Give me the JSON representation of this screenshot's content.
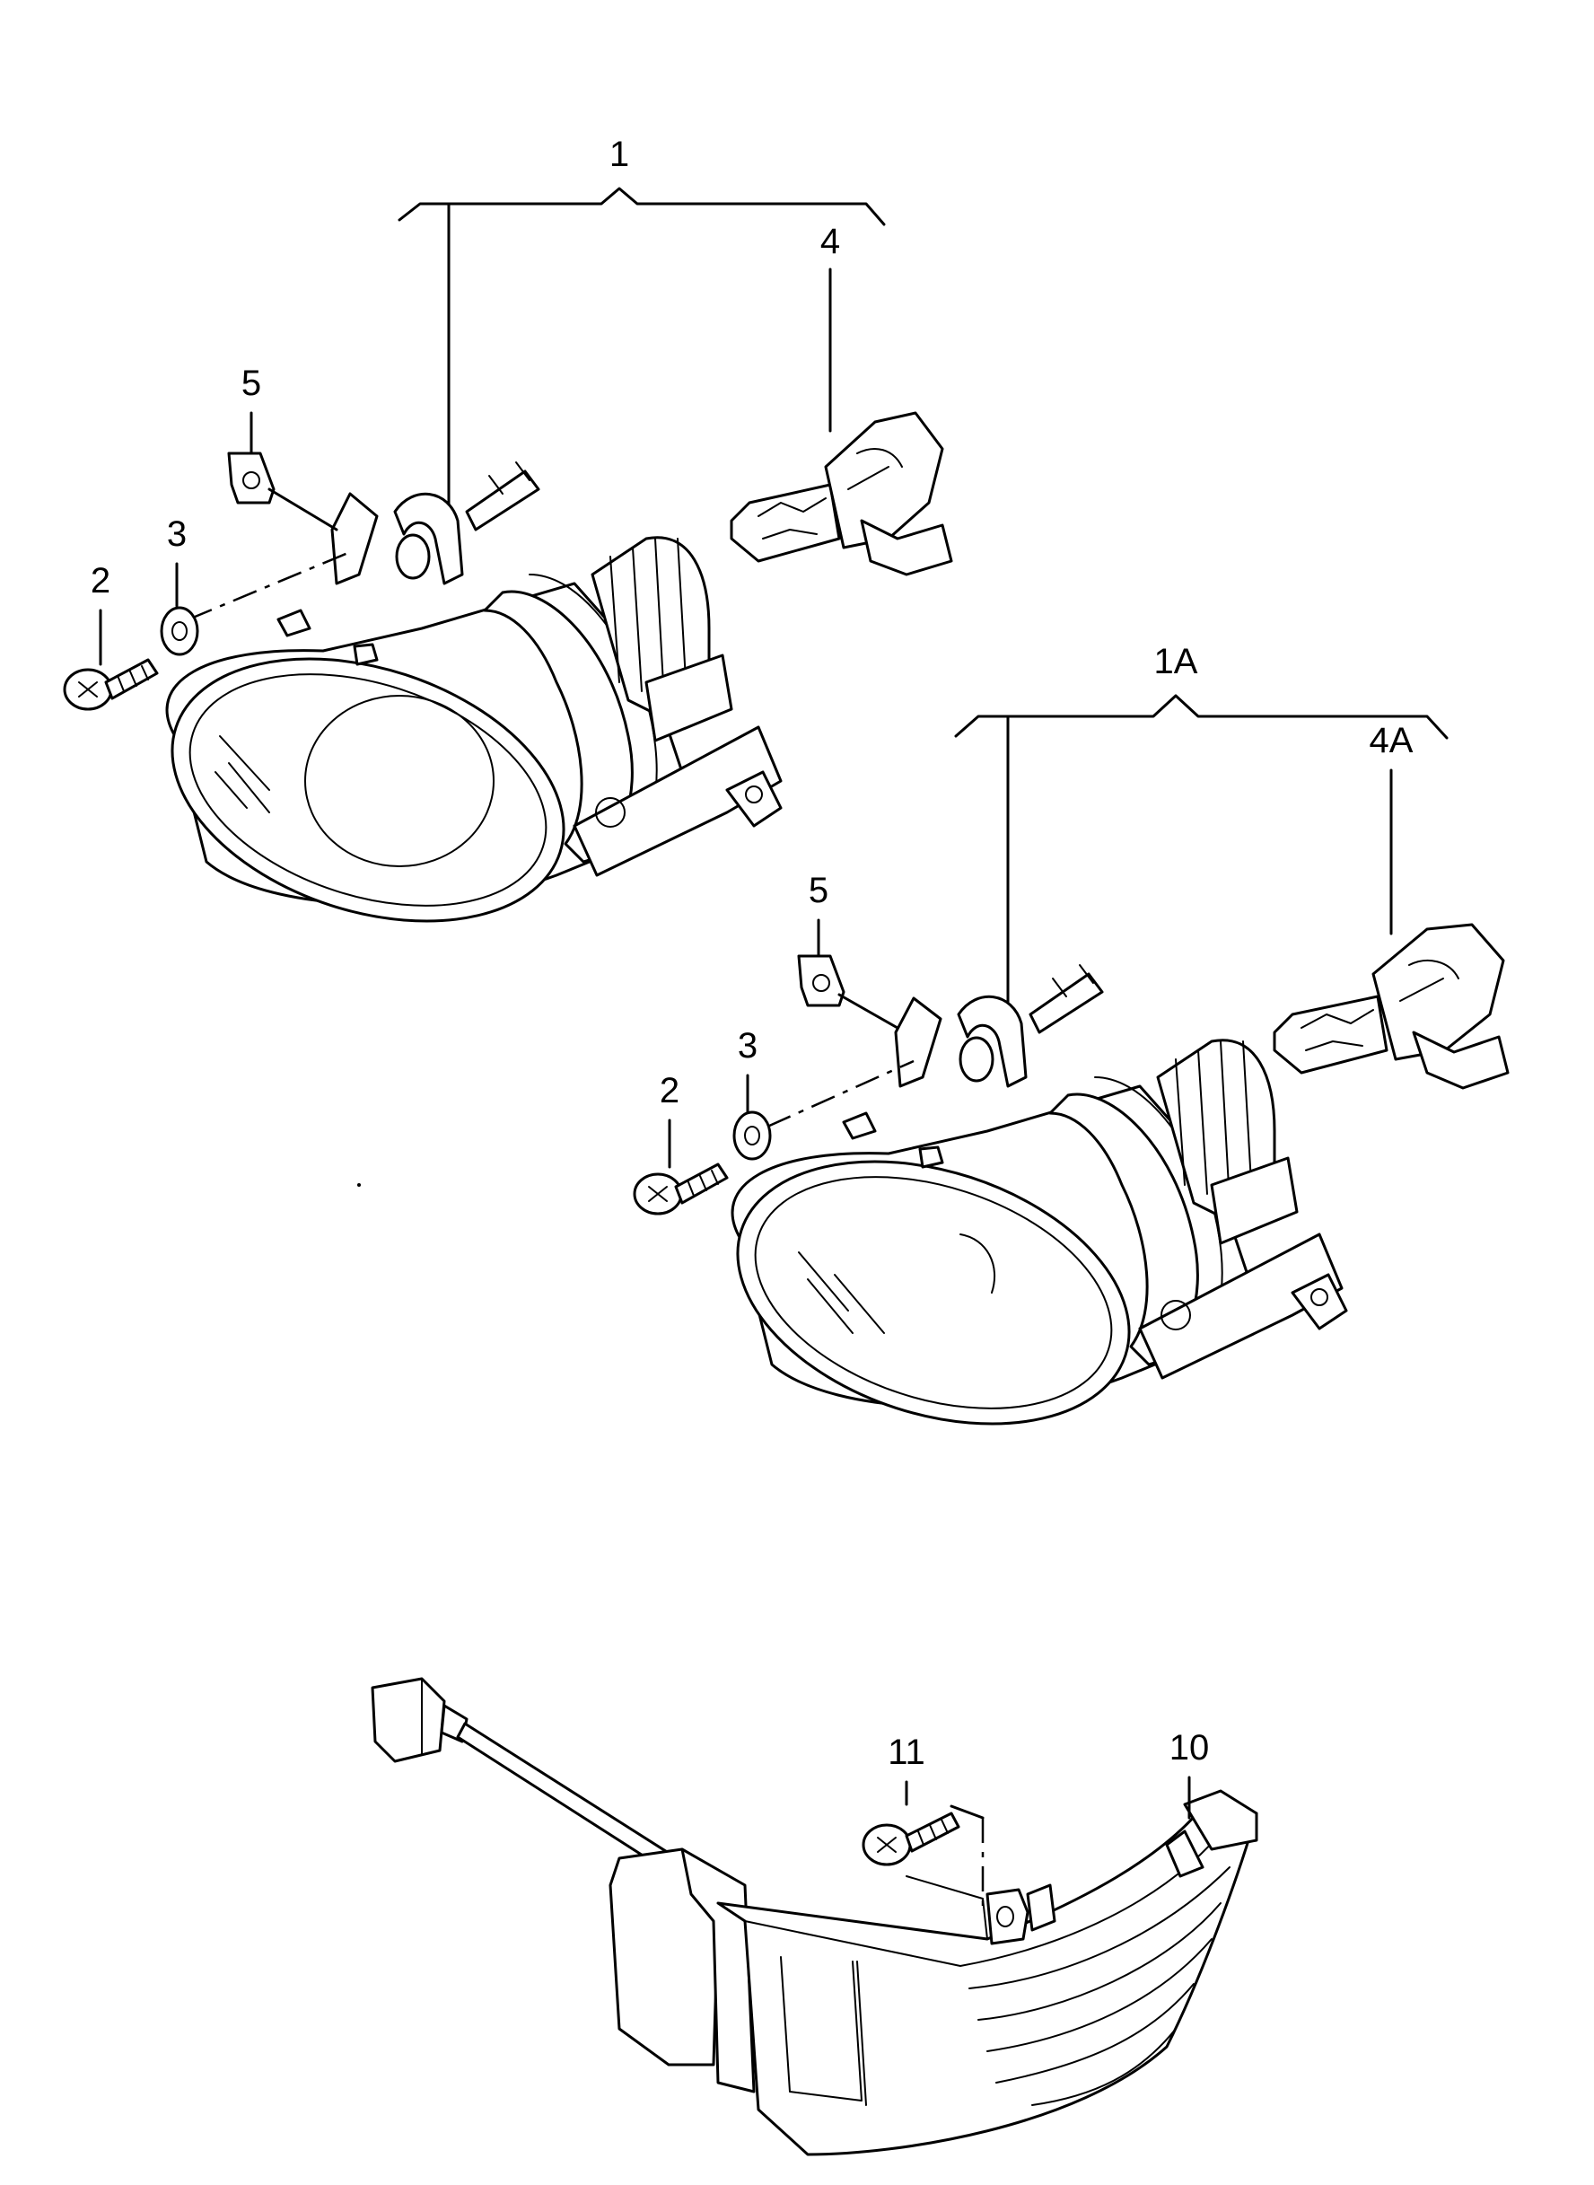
{
  "labels": {
    "lamp_assembly_upper": "1",
    "bulb_upper": "4",
    "clip_upper": "5",
    "washer_upper": "3",
    "screw_upper": "2",
    "lamp_assembly_lower": "1A",
    "bulb_lower": "4A",
    "clip_lower": "5",
    "washer_lower": "3",
    "screw_lower": "2",
    "side_lamp": "10",
    "side_screw": "11"
  }
}
